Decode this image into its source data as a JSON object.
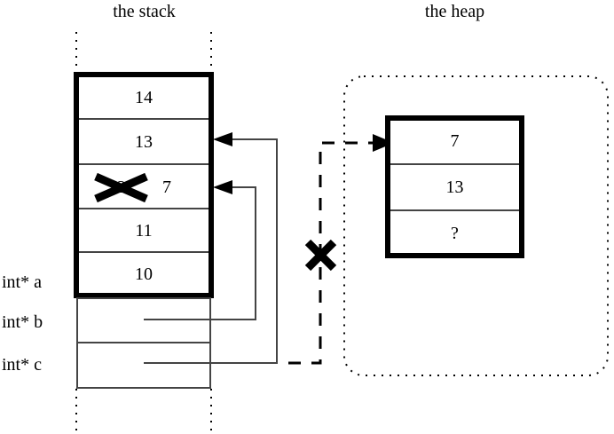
{
  "diagram": {
    "type": "memory-layout-diagram",
    "background": "#ffffff",
    "stroke": "#000000"
  },
  "regions": {
    "stack": {
      "title": "the stack",
      "frame_style": "dotted-vertical-extensions",
      "cells": [
        {
          "value": "14",
          "label": ""
        },
        {
          "value": "13",
          "label": ""
        },
        {
          "value": "12",
          "label": "",
          "struck_out": true,
          "replacement": "7"
        },
        {
          "value": "11",
          "label": ""
        },
        {
          "value": "10",
          "label": "int* a"
        }
      ],
      "pointer_slots": [
        {
          "label": "int* b",
          "value": ""
        },
        {
          "label": "int* c",
          "value": ""
        }
      ]
    },
    "heap": {
      "title": "the heap",
      "frame_style": "dotted-rounded-rect",
      "cells": [
        {
          "value": "7"
        },
        {
          "value": "13"
        },
        {
          "value": "?"
        }
      ]
    }
  },
  "annotations": {
    "cross_out_marks": [
      {
        "name": "struck-stack-value",
        "target": "stack cell 12"
      },
      {
        "name": "severed-heap-pointer",
        "target": "dashed pointer from int* c to heap"
      }
    ],
    "arrows": [
      {
        "from": "int* b",
        "to": "stack cell 3",
        "style": "solid"
      },
      {
        "from": "int* c",
        "to": "stack cell 2",
        "style": "solid"
      },
      {
        "from": "int* c",
        "to": "heap cell 1",
        "style": "dashed"
      }
    ]
  }
}
